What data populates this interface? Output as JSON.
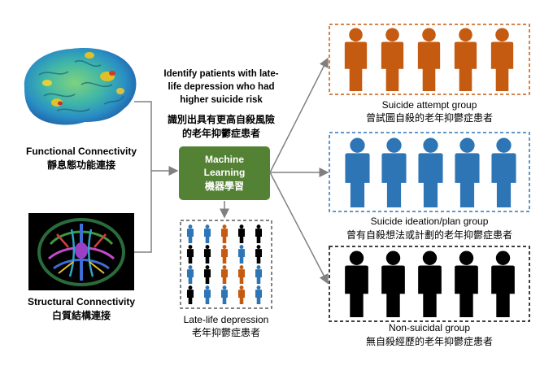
{
  "inputs": {
    "functional": {
      "label_en": "Functional Connectivity",
      "label_zh": "靜息態功能連接"
    },
    "structural": {
      "label_en": "Structural Connectivity",
      "label_zh": "白質結構連接"
    }
  },
  "goal": {
    "lines_en": [
      "Identify patients with late-",
      "life depression who had",
      "higher suicide risk"
    ],
    "lines_zh": [
      "識別出具有更高自殺風險",
      "的老年抑鬱症患者"
    ]
  },
  "ml": {
    "line1": "Machine",
    "line2": "Learning",
    "line3": "機器學習"
  },
  "population": {
    "label_en": "Late-life depression",
    "label_zh": "老年抑鬱症患者"
  },
  "groups": [
    {
      "label_en": "Suicide attempt group",
      "label_zh": "曾試圖自殺的老年抑鬱症患者",
      "color": "#c55a11",
      "border": "#c55a11"
    },
    {
      "label_en": "Suicide ideation/plan group",
      "label_zh": "曾有自殺想法或計劃的老年抑鬱症患者",
      "color": "#2e75b6",
      "border": "#2e75b6"
    },
    {
      "label_en": "Non-suicidal group",
      "label_zh": "無自殺經歷的老年抑鬱症患者",
      "color": "#000000",
      "border": "#000000"
    }
  ],
  "colors": {
    "ml_box": "#548235",
    "arrow": "#808080",
    "dashed_gray": "#595959"
  }
}
